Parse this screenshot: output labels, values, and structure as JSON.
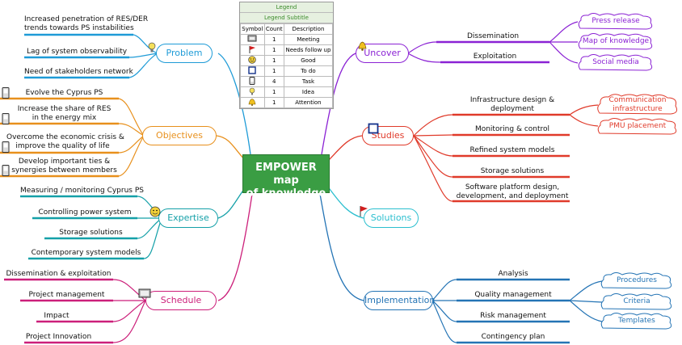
{
  "central": {
    "line1": "EMPOWER map",
    "line2": "of knowledge"
  },
  "legend": {
    "title": "Legend",
    "subtitle": "Legend Subtitle",
    "headers": [
      "Symbol",
      "Count",
      "Description"
    ],
    "rows": [
      {
        "icon": "computer-icon",
        "count": "1",
        "desc": "Meeting"
      },
      {
        "icon": "flag-icon",
        "count": "1",
        "desc": "Needs follow up"
      },
      {
        "icon": "smiley-icon",
        "count": "1",
        "desc": "Good"
      },
      {
        "icon": "checkbox-icon",
        "count": "1",
        "desc": "To do"
      },
      {
        "icon": "pda-icon",
        "count": "4",
        "desc": "Task"
      },
      {
        "icon": "lightbulb-icon",
        "count": "1",
        "desc": "Idea"
      },
      {
        "icon": "bell-icon",
        "count": "1",
        "desc": "Attention"
      }
    ]
  },
  "topics": {
    "problem": "Problem",
    "objectives": "Objectives",
    "expertise": "Expertise",
    "schedule": "Schedule",
    "uncover": "Uncover",
    "studies": "Studies",
    "solutions": "Solutions",
    "implementation": "Implementation"
  },
  "problem_items": [
    "Increased penetration of RES/DER",
    "trends towards PS instabilities",
    "Lag of system observability",
    "Need of stakeholders network"
  ],
  "objectives_items": [
    "Evolve the Cyprus PS",
    "Increase the share of RES",
    "in the energy mix",
    "Overcome the economic crisis &",
    "improve the quality of life",
    "Develop important ties &",
    "synergies between members"
  ],
  "expertise_items": [
    "Measuring / monitoring Cyprus PS",
    "Controlling power system",
    "Storage solutions",
    "Contemporary system models"
  ],
  "schedule_items": [
    "Dissemination & exploitation",
    "Project management",
    "Impact",
    "Project Innovation"
  ],
  "uncover_items": [
    "Dissemination",
    "Exploitation"
  ],
  "uncover_clouds": [
    "Press release",
    "Map of knowledge",
    "Social media"
  ],
  "studies_items": [
    "Infrastructure design &",
    "deployment",
    "Monitoring & control",
    "Refined system models",
    "Storage solutions",
    "Software platform design,",
    "development, and deployment"
  ],
  "studies_clouds": [
    "Communication",
    "infrastructure",
    "PMU placement"
  ],
  "implementation_items": [
    "Analysis",
    "Quality management",
    "Risk management",
    "Contingency plan"
  ],
  "implementation_clouds": [
    "Procedures",
    "Criteria",
    "Templates"
  ],
  "colors": {
    "problem": "#1e9bd7",
    "objectives": "#e8901c",
    "expertise": "#14a0a8",
    "schedule": "#cc1f7a",
    "uncover": "#8b22d4",
    "studies": "#e03a2a",
    "solutions": "#2bbfcf",
    "implementation": "#2474b5",
    "central": "#3a9d43"
  }
}
